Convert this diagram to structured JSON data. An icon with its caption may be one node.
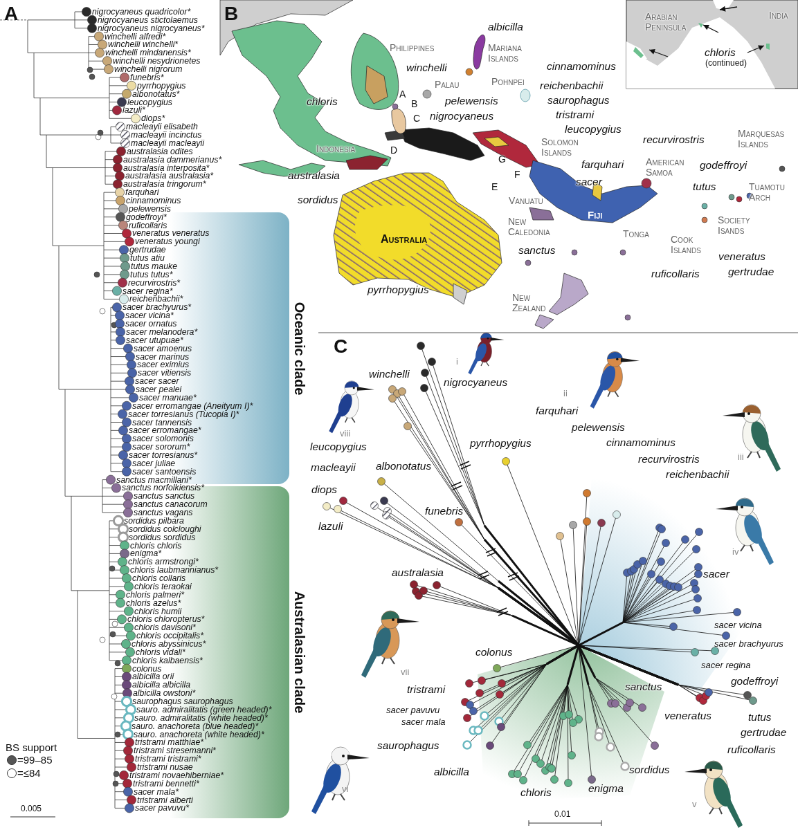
{
  "diagram": {
    "nodes": [
      {
        "text": [
          "Oceanic clade"
        ]
      },
      {
        "text": [
          "Australasian clade"
        ]
      }
    ],
    "labels": [
      "A",
      "nigrocyaneus quadricolor*",
      "nigrocyaneus stictolaemus",
      "nigrocyaneus nigrocyaneus*",
      "winchelli alfredi*",
      "winchelli winchelli*",
      "winchelli mindanensis*",
      "winchelli nesydrionetes",
      "winchelli nigrorum",
      "funebris*",
      "pyrrhopygius",
      "albonotatus*",
      "leucopygius",
      "lazuli*",
      "diops*",
      "macleayii elisabeth",
      "macleayii incinctus",
      "macleayii macleayii",
      "australasia odites",
      "australasia dammerianus*",
      "australasia interposita*",
      "australasia australasia*",
      "australasia tringorum*",
      "farquhari",
      "cinnamominus",
      "pelewensis",
      "godeffroyi*",
      "ruficollaris",
      "veneratus veneratus",
      "veneratus youngi",
      "gertrudae",
      "tutus atiu",
      "tutus mauke",
      "tutus tutus*",
      "recurvirostris*",
      "sacer regina*",
      "reichenbachii*",
      "sacer brachyurus*",
      "sacer vicina*",
      "sacer ornatus",
      "sacer melanodera*",
      "sacer utupuae*",
      "sacer amoenus",
      "sacer marinus",
      "sacer eximius",
      "sacer vitiensis",
      "sacer sacer",
      "sacer pealei",
      "sacer manuae*",
      "sacer erromangae (Aneityum I)*",
      "sacer torresianus (Tucopia I)*",
      "sacer tannensis",
      "sacer erromangae*",
      "sacer solomonis",
      "sacer sororum*",
      "sacer torresianus*",
      "sacer juliae",
      "sacer santoensis",
      "sanctus macmillani*",
      "sanctus norfolkiensis*",
      "sanctus sanctus",
      "sanctus canacorum",
      "sanctus vagans",
      "sordidus pilbara",
      "sordidus colcloughi",
      "sordidus sordidus",
      "chloris chloris",
      "enigma*",
      "chloris armstrongi*",
      "chloris laubmannianus*",
      "chloris collaris",
      "chloris teraokai",
      "chloris palmeri*",
      "chloris azelus*",
      "chloris humii",
      "chloris chloropterus*",
      "chloris davisoni*",
      "chloris occipitalis*",
      "chloris abyssinicus*",
      "chloris vidali*",
      "chloris kalbaensis*",
      "colonus",
      "albicilla orii",
      "albicilla albicilla",
      "albicilla owstoni*",
      "saurophagus saurophagus",
      "sauro. admiralitatis (green headed)*",
      "sauro. admiralitatis (white headed)*",
      "sauro. anachoreta (blue headed)*",
      "sauro. anachoreta (white headed)*",
      "tristrami matthiae*",
      "tristrami stresemanni*",
      "tristrami tristrami*",
      "tristrami nusae",
      "tristrami novaehiberniae*",
      "tristrami bennetti*",
      "sacer mala*",
      "tristrami alberti",
      "sacer pavuvu*",
      "BS support",
      "0.005",
      "B",
      "Philippines",
      "albicilla",
      "Mariana Islands",
      "winchelli",
      "cinnamominus",
      "Arabian Peninsula",
      "India",
      "chloris",
      "(continued)",
      "Palau",
      "Pohnpei",
      "reichenbachii",
      "pelewensis",
      "saurophagus",
      "chloris",
      "A",
      "B",
      "C",
      "nigrocyaneus",
      "tristrami",
      "leucopygius",
      "D",
      "Indonesia",
      "Solomon Islands",
      "recurvirostris",
      "Marquesas Islands",
      "G",
      "farquhari",
      "American Samoa",
      "godeffroyi",
      "australasia",
      "F",
      "E",
      "sacer",
      "tutus",
      "Tuamotu Arch",
      "sordidus",
      "Vanuatu",
      "Fiji",
      "Society Isands",
      "New Caledonia",
      "Tonga",
      "Cook Islands",
      "Australia",
      "sanctus",
      "veneratus",
      "ruficollaris",
      "gertrudae",
      "pyrrhopygius",
      "New Zealand",
      "C",
      "winchelli",
      "i",
      "nigrocyaneus",
      "ii",
      "farquhari",
      "viii",
      "leucopygius",
      "pyrrhopygius",
      "pelewensis",
      "cinnamominus",
      "iii",
      "recurvirostris",
      "macleayii",
      "albonotatus",
      "reichenbachii",
      "diops",
      "lazuli",
      "funebris",
      "iv",
      "sacer",
      "australasia",
      "sacer vicina",
      "sacer brachyurus",
      "sacer regina",
      "colonus",
      "vii",
      "tristrami",
      "sanctus",
      "godeffroyi",
      "sacer pavuvu",
      "sacer mala",
      "veneratus",
      "tutus",
      "gertrudae",
      "saurophagus",
      "ruficollaris",
      "albicilla",
      "vi",
      "sordidus",
      "enigma",
      "chloris",
      "v",
      "0.01"
    ],
    "legend": [
      {
        "text": "=99–85",
        "color": "#555555"
      },
      {
        "text": "=≤84",
        "color": "#ffffff"
      }
    ]
  }
}
